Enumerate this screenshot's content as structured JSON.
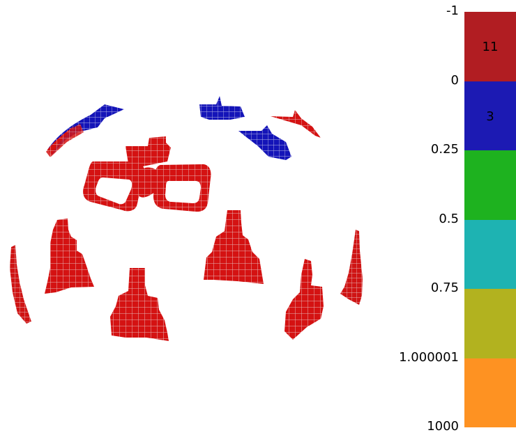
{
  "colorbar": {
    "tick_labels": [
      "-1",
      "0",
      "0.25",
      "0.5",
      "0.75",
      "1.000001",
      "1000"
    ],
    "bands": [
      {
        "color": "#b11d22",
        "count": "11"
      },
      {
        "color": "#1c1ab3",
        "count": "3"
      },
      {
        "color": "#1eb21f",
        "count": ""
      },
      {
        "color": "#1eb3b2",
        "count": ""
      },
      {
        "color": "#b2b21f",
        "count": ""
      },
      {
        "color": "#fe9222",
        "count": ""
      }
    ]
  },
  "mesh_colors": {
    "red": "#d41212",
    "red_dark": "#a80d0d",
    "blue": "#1414b8",
    "edge": "#e8c8c8"
  }
}
